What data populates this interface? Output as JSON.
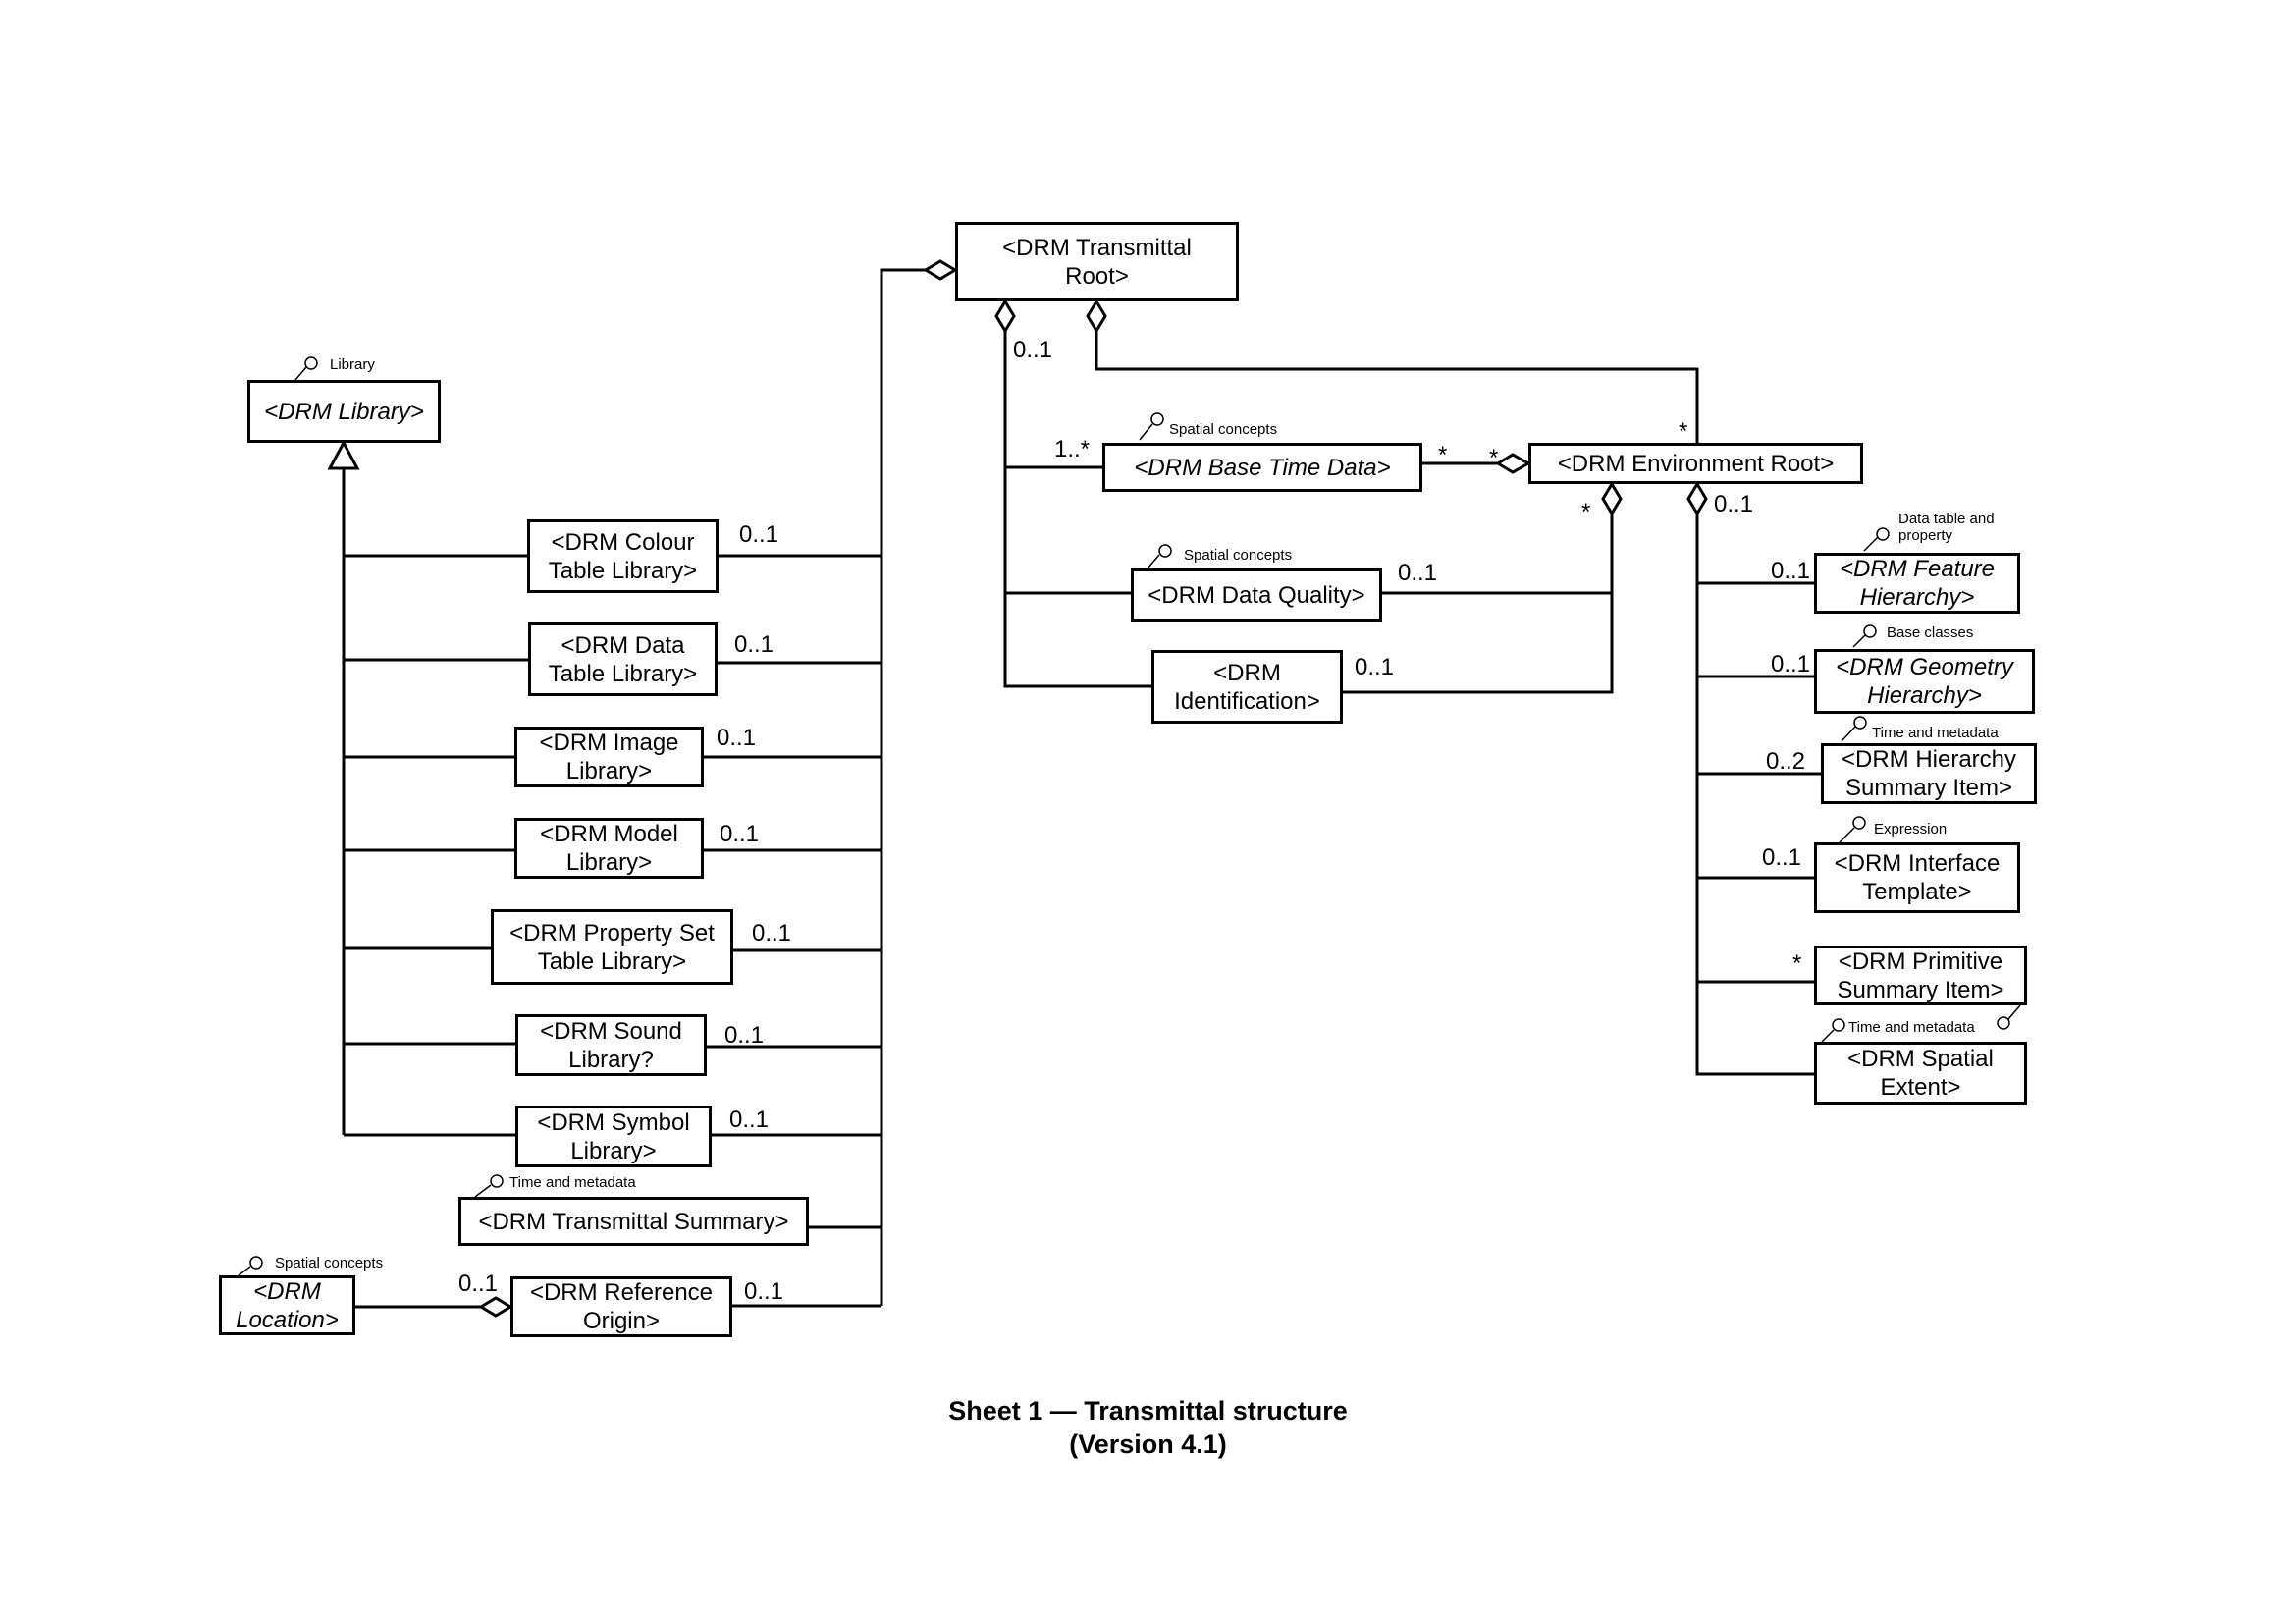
{
  "title": "Sheet 1 — Transmittal structure\n(Version 4.1)",
  "classes": {
    "transmittal_root": {
      "label": "<DRM Transmittal\nRoot>",
      "italic": false
    },
    "library": {
      "label": "<DRM Library>",
      "italic": true,
      "note": "Library"
    },
    "colour_table_library": {
      "label": "<DRM Colour\nTable Library>",
      "italic": false
    },
    "data_table_library": {
      "label": "<DRM Data\nTable Library>",
      "italic": false
    },
    "image_library": {
      "label": "<DRM Image\nLibrary>",
      "italic": false
    },
    "model_library": {
      "label": "<DRM Model\nLibrary>",
      "italic": false
    },
    "property_set_table_library": {
      "label": "<DRM Property Set\nTable Library>",
      "italic": false
    },
    "sound_library": {
      "label": "<DRM Sound\nLibrary?",
      "italic": false
    },
    "symbol_library": {
      "label": "<DRM Symbol\nLibrary>",
      "italic": false
    },
    "transmittal_summary": {
      "label": "<DRM Transmittal Summary>",
      "italic": false,
      "note": "Time and metadata"
    },
    "location": {
      "label": "<DRM\nLocation>",
      "italic": true,
      "note": "Spatial concepts"
    },
    "reference_origin": {
      "label": "<DRM Reference\nOrigin>",
      "italic": false
    },
    "base_time_data": {
      "label": "<DRM Base Time Data>",
      "italic": true,
      "note": "Spatial concepts"
    },
    "data_quality": {
      "label": "<DRM Data Quality>",
      "italic": false,
      "note": "Spatial concepts"
    },
    "identification": {
      "label": "<DRM\nIdentification>",
      "italic": false
    },
    "environment_root": {
      "label": "<DRM Environment Root>",
      "italic": false
    },
    "feature_hierarchy": {
      "label": "<DRM Feature\nHierarchy>",
      "italic": true,
      "note": "Data table and\nproperty"
    },
    "geometry_hierarchy": {
      "label": "<DRM Geometry\nHierarchy>",
      "italic": true,
      "note": "Base classes"
    },
    "hierarchy_summary_item": {
      "label": "<DRM Hierarchy\nSummary Item>",
      "italic": false,
      "note": "Time and metadata"
    },
    "interface_template": {
      "label": "<DRM Interface\nTemplate>",
      "italic": false,
      "note": "Expression"
    },
    "primitive_summary_item": {
      "label": "<DRM Primitive\nSummary Item>",
      "italic": false
    },
    "spatial_extent": {
      "label": "<DRM Spatial\nExtent>",
      "italic": false,
      "note": "Time and metadata"
    }
  },
  "multiplicities": {
    "colour_table_library": "0..1",
    "data_table_library": "0..1",
    "image_library": "0..1",
    "model_library": "0..1",
    "property_set_table_library": "0..1",
    "sound_library": "0..1",
    "symbol_library": "0..1",
    "reference_origin": "0..1",
    "location": "0..1",
    "root_left": "0..1",
    "base_time_data": "1..*",
    "base_time_env_left": "*",
    "base_time_env_right": "*",
    "env_top": "*",
    "env_left_diamond": "*",
    "env_right_diamond": "0..1",
    "data_quality": "0..1",
    "identification": "0..1",
    "feature_hierarchy": "0..1",
    "geometry_hierarchy": "0..1",
    "hierarchy_summary_item": "0..2",
    "interface_template": "0..1",
    "primitive_summary_item": "*"
  }
}
